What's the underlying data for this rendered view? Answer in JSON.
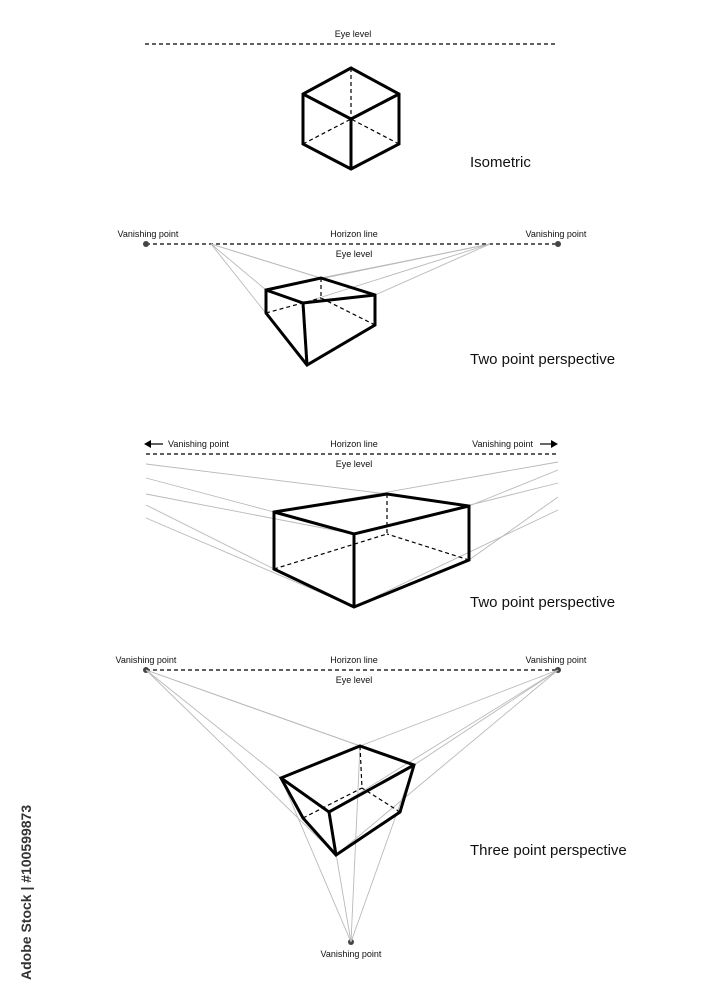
{
  "figures": {
    "isometric": {
      "eye_level": "Eye  level",
      "title": "Isometric"
    },
    "two_point_a": {
      "vp_left": "Vanishing point",
      "vp_right": "Vanishing point",
      "horizon": "Horizon line",
      "eye_level": "Eye  level",
      "title": "Two point perspective"
    },
    "two_point_b": {
      "vp_left": "Vanishing point",
      "vp_right": "Vanishing point",
      "horizon": "Horizon line",
      "eye_level": "Eye  level",
      "title": "Two point perspective"
    },
    "three_point": {
      "vp_left": "Vanishing point",
      "vp_right": "Vanishing point",
      "vp_bottom": "Vanishing point",
      "horizon": "Horizon line",
      "eye_level": "Eye  level",
      "title": "Three point perspective"
    }
  },
  "watermark": "Adobe Stock | #100599873",
  "colors": {
    "edge": "#000000",
    "ray": "#b9b9b9",
    "vanishing_point": "#444444"
  }
}
